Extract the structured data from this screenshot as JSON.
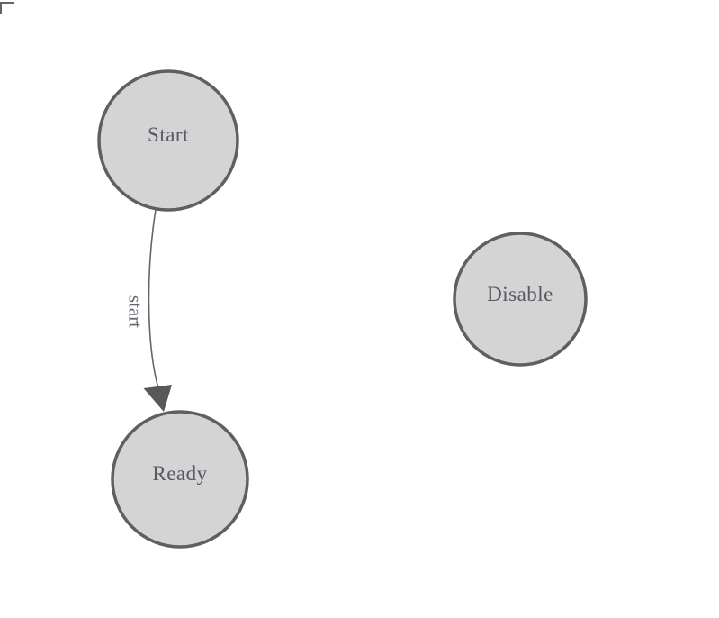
{
  "diagram": {
    "type": "state-machine",
    "background": "#ffffff",
    "colors": {
      "node_fill": "#d4d4d4",
      "node_stroke": "#5f5f5f",
      "edge_stroke": "#666666",
      "arrowhead_fill": "#58585a",
      "node_text": "#555962",
      "edge_text": "#63666e",
      "corner_marker": "#646464"
    },
    "nodes": [
      {
        "id": "start",
        "label": "Start"
      },
      {
        "id": "ready",
        "label": "Ready"
      },
      {
        "id": "disable",
        "label": "Disable"
      }
    ],
    "edges": [
      {
        "from": "start",
        "to": "ready",
        "label": "start"
      }
    ]
  }
}
